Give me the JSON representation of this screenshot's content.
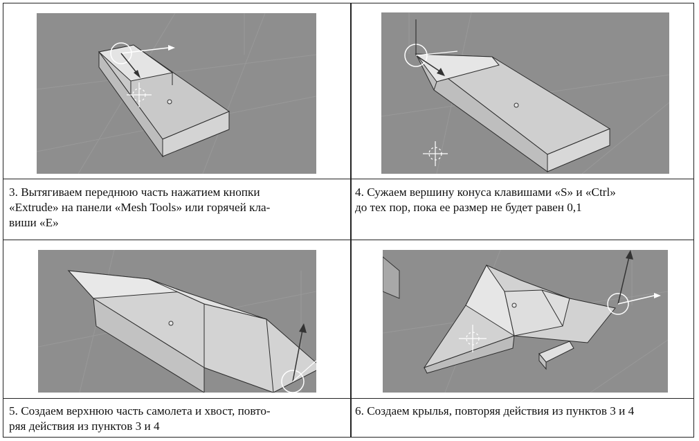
{
  "table": {
    "cells": [
      {
        "step": 3,
        "caption_lines": [
          "3. Вытягиваем переднюю часть нажатием кнопки",
          "«Extrude» на панели «Mesh Tools» или горячей кла-",
          "виши «E»"
        ]
      },
      {
        "step": 4,
        "caption_lines": [
          "4. Сужаем вершину конуса клавишами «S» и «Ctrl»",
          "до тех пор, пока ее размер не будет равен 0,1"
        ]
      },
      {
        "step": 5,
        "caption_lines": [
          "5. Создаем верхнюю часть самолета и хвост, повто-",
          "ряя действия из пунктов 3 и 4"
        ]
      },
      {
        "step": 6,
        "caption_lines": [
          "6. Создаем крылья, повторяя действия из пунктов 3 и 4"
        ]
      }
    ]
  },
  "colors": {
    "viewport_bg": "#8e8e8e",
    "mesh_face_light": "#e6e6e6",
    "mesh_face_mid": "#d2d2d2",
    "mesh_edge": "#2b2b2b",
    "grid_line": "#9c9c9c",
    "manipulator": "#ffffff"
  }
}
